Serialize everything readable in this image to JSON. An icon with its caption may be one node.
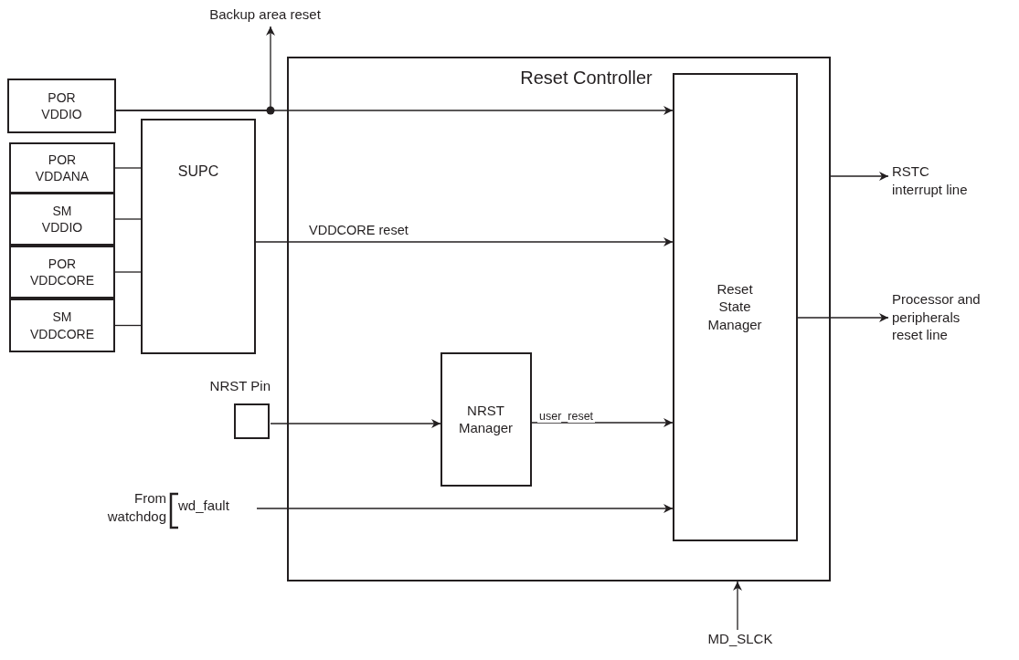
{
  "diagram": {
    "nodes": [
      {
        "text": [
          "POR VDDIO"
        ]
      },
      {
        "text": [
          "POR VDDANA"
        ]
      },
      {
        "text": [
          "SM VDDIO"
        ]
      },
      {
        "text": [
          "POR VDDCORE"
        ]
      },
      {
        "text": [
          "SM VDDCORE"
        ]
      },
      {
        "text": [
          "SUPC"
        ]
      },
      {
        "text": [
          "Reset Controller"
        ]
      },
      {
        "text": [
          "Reset State Manager"
        ],
        "in": 6
      },
      {
        "text": [
          "NRST Manager"
        ],
        "in": 6
      },
      {
        "text": [
          "NRST Pin"
        ]
      },
      {
        "text": [
          "wd_fault"
        ]
      },
      {
        "text": [
          "Backup area reset"
        ]
      },
      {
        "text": [
          "RSTC interrupt line"
        ]
      },
      {
        "text": [
          "Processor and peripherals reset line"
        ]
      },
      {
        "text": [
          "MD_SLCK"
        ]
      }
    ],
    "edges": [
      {
        "from": 0,
        "to": 7,
        "arrow": "to"
      },
      {
        "from": 0,
        "to": 11,
        "arrow": "to"
      },
      {
        "from": 1,
        "to": 5,
        "arrow": "none"
      },
      {
        "from": 2,
        "to": 5,
        "arrow": "none"
      },
      {
        "from": 3,
        "to": 5,
        "arrow": "none"
      },
      {
        "from": 4,
        "to": 5,
        "arrow": "none"
      },
      {
        "from": 5,
        "to": 7,
        "label": "VDDCORE reset",
        "arrow": "to"
      },
      {
        "from": 9,
        "to": 8,
        "arrow": "to"
      },
      {
        "from": 8,
        "to": 7,
        "label": "user_reset",
        "arrow": "to"
      },
      {
        "from": 10,
        "to": 7,
        "arrow": "to"
      },
      {
        "from": 6,
        "to": 12,
        "arrow": "to"
      },
      {
        "from": 7,
        "to": 13,
        "arrow": "to"
      },
      {
        "from": 14,
        "to": 6,
        "arrow": "to"
      }
    ],
    "labels": [
      "From watchdog"
    ]
  }
}
